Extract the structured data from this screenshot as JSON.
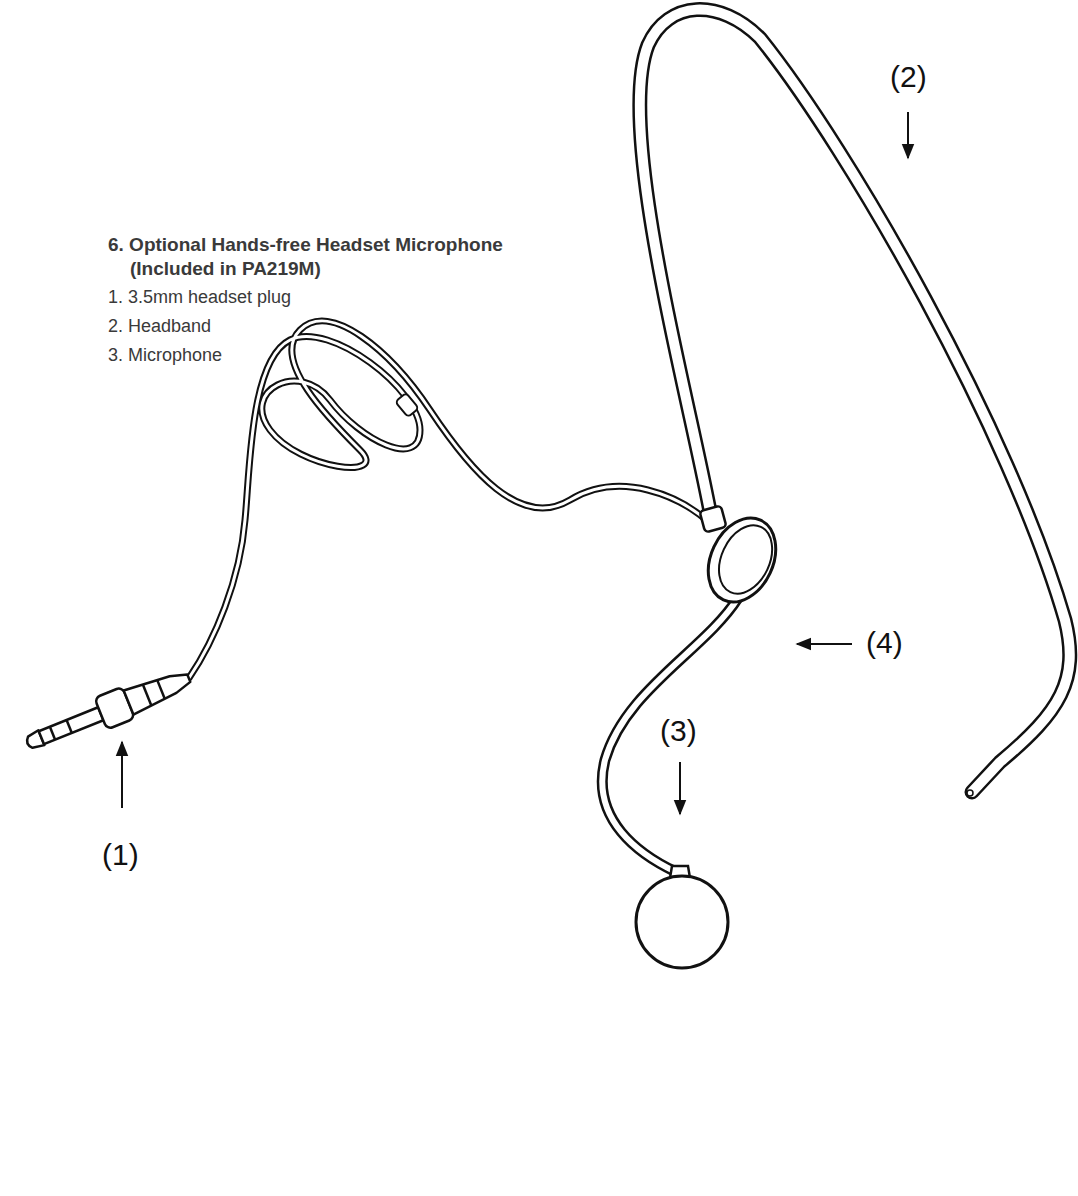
{
  "diagram": {
    "title": "6. Optional Hands-free Headset Microphone (Included in PA219M)",
    "labels": [
      "1. 3.5mm headset plug",
      "2. Headband",
      "3. Microphone",
      "(2)",
      "(4)",
      "(1)",
      "(3)"
    ]
  }
}
